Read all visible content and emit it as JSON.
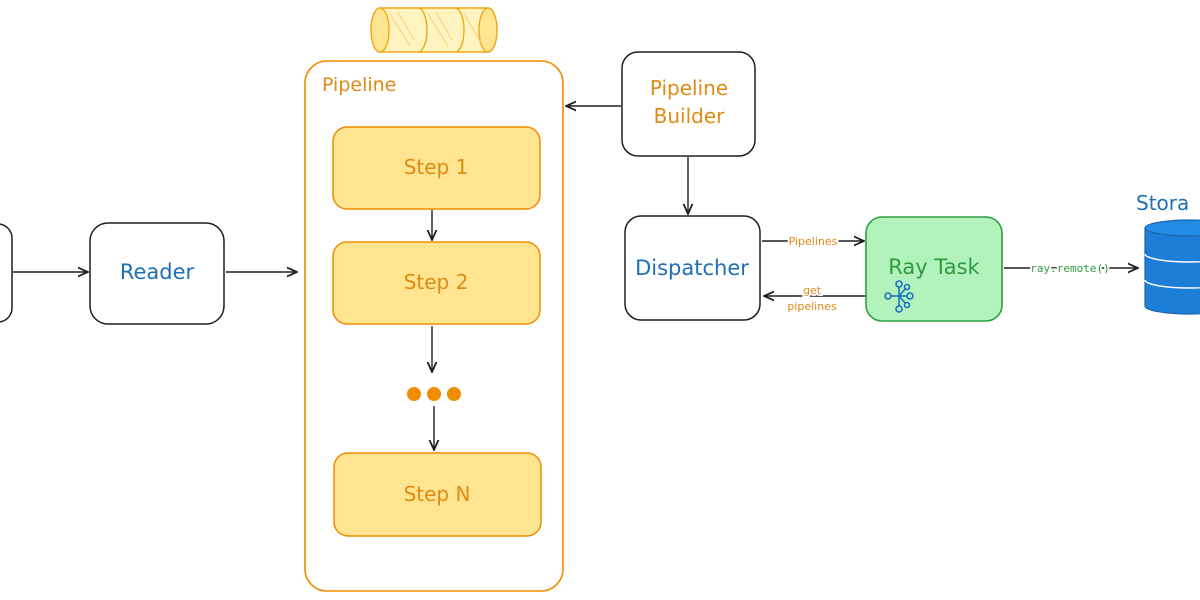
{
  "colors": {
    "blue_text": "#1f6fb5",
    "orange_text": "#e08a14",
    "green_text": "#2e9b41",
    "green_fill": "#b2f2bb",
    "green_stroke": "#2f9e44",
    "step_fill": "#ffe58f",
    "step_stroke": "#f08c00",
    "container_stroke": "#f08c00",
    "black": "#1e1e1e",
    "storage_blue": "#1971c2"
  },
  "nodes": {
    "reader": {
      "label": "Reader"
    },
    "pipeline": {
      "title": "Pipeline",
      "steps": [
        "Step 1",
        "Step 2",
        "Step N"
      ]
    },
    "pipeline_builder": {
      "line1": "Pipeline",
      "line2": "Builder"
    },
    "dispatcher": {
      "label": "Dispatcher"
    },
    "ray_task": {
      "label": "Ray Task"
    },
    "storage": {
      "label": "Stora"
    }
  },
  "edges": {
    "pipelines": {
      "label": "Pipelines"
    },
    "get_pipelines": {
      "line1": "get",
      "line2": "pipelines"
    },
    "ray_remote": {
      "label": "ray.remote()"
    }
  },
  "icons": {
    "queue": "queue-cylinder-icon",
    "ray": "ray-network-icon",
    "storage": "database-icon",
    "ellipsis": "ellipsis-dots-icon"
  }
}
